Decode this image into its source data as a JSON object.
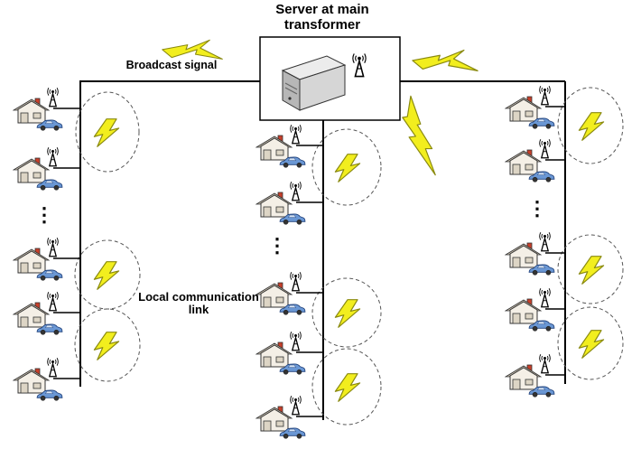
{
  "labels": {
    "server_title": "Server at main transformer",
    "broadcast_signal": "Broadcast signal",
    "local_link": "Local communication link"
  },
  "ellipsis": "⋮",
  "colors": {
    "bolt_fill": "#f2ee1e",
    "bolt_stroke": "#8a8a10",
    "house_wall": "#f4efe6",
    "house_roof": "#c8bfae",
    "chimney": "#c8402a",
    "car": "#6a97d4",
    "server_body": "#cfcfcf",
    "bus_line": "#000000",
    "dashed_circle": "#555555"
  },
  "icons": [
    "server-icon",
    "antenna-icon",
    "house-icon",
    "car-icon",
    "lightning-icon"
  ]
}
